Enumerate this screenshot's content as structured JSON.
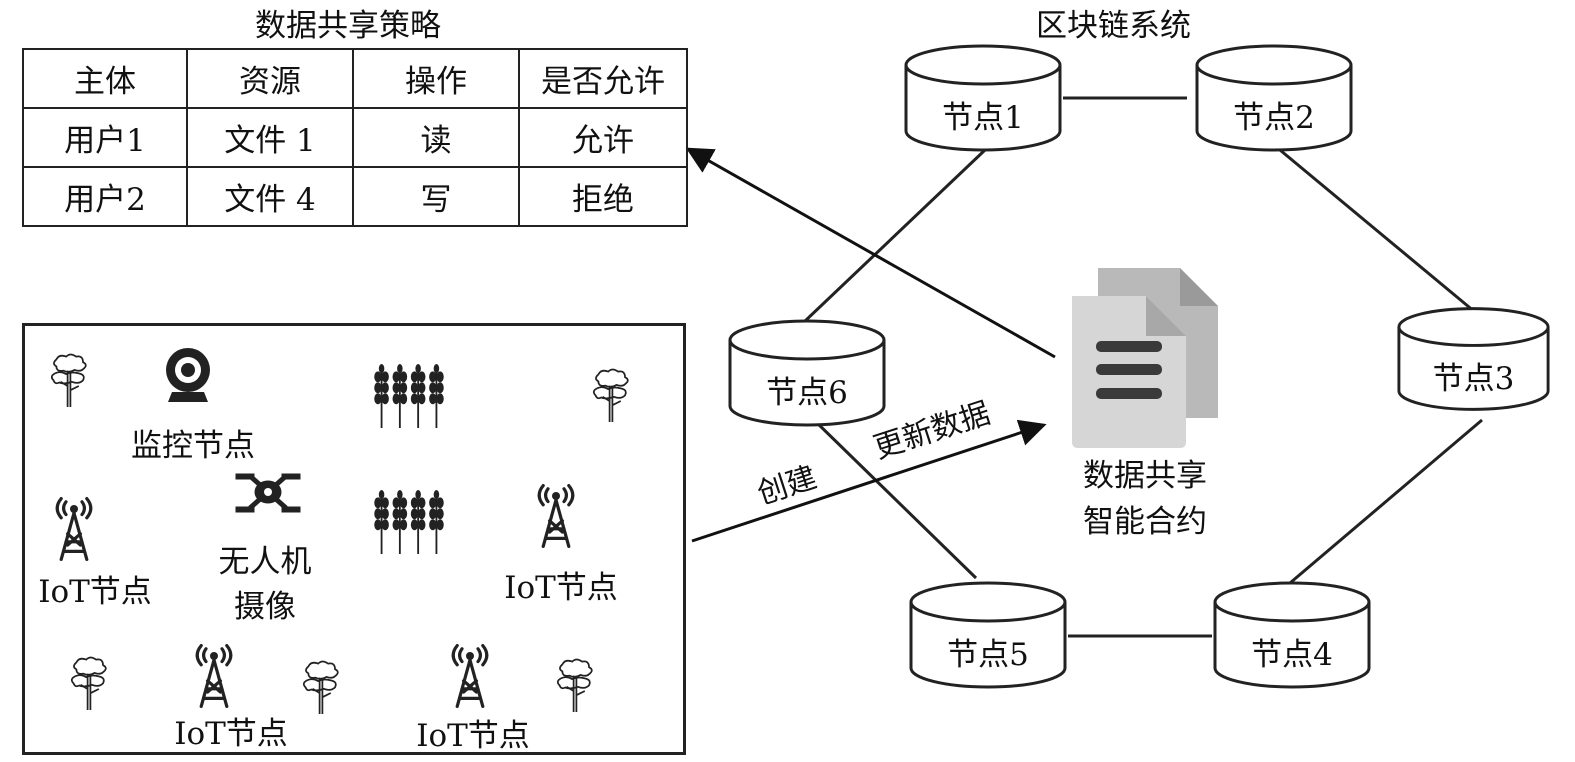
{
  "policy": {
    "title": "数据共享策略",
    "headers": [
      "主体",
      "资源",
      "操作",
      "是否允许"
    ],
    "rows": [
      [
        "用户1",
        "文件 1",
        "读",
        "允许"
      ],
      [
        "用户2",
        "文件 4",
        "写",
        "拒绝"
      ]
    ]
  },
  "blockchain": {
    "title": "区块链系统",
    "nodes": [
      "节点1",
      "节点2",
      "节点3",
      "节点4",
      "节点5",
      "节点6"
    ]
  },
  "contract": {
    "line1": "数据共享",
    "line2": "智能合约",
    "icon": "document-stack-icon"
  },
  "arrow_labels": {
    "create": "创建",
    "update": "更新数据"
  },
  "iot": {
    "monitor_label": "监控节点",
    "drone_label_line1": "无人机",
    "drone_label_line2": "摄像",
    "iot_node_label": "IoT节点"
  },
  "colors": {
    "line": "#222222",
    "doc_back": "#b9b9b9",
    "doc_front": "#d6d6d6",
    "doc_fold": "#9a9a9a",
    "doc_bars": "#3a3a3a"
  }
}
